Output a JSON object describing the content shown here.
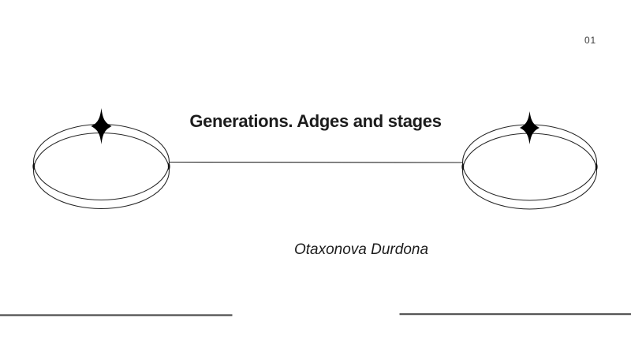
{
  "slide": {
    "page_number": "01",
    "title": "Generations. Adges and stages",
    "author": "Otaxonova Durdona"
  },
  "icons": {
    "left_sparkle": "sparkle-4-point-icon",
    "right_sparkle": "sparkle-4-point-icon"
  },
  "colors": {
    "background": "#ffffff",
    "title_text": "#1c1c1c",
    "author_text": "#1c1c1c",
    "page_number": "#3a3a3a",
    "ring_stroke": "#252525",
    "sparkle_fill": "#000000",
    "footer_rule": "#4f4f4f"
  }
}
